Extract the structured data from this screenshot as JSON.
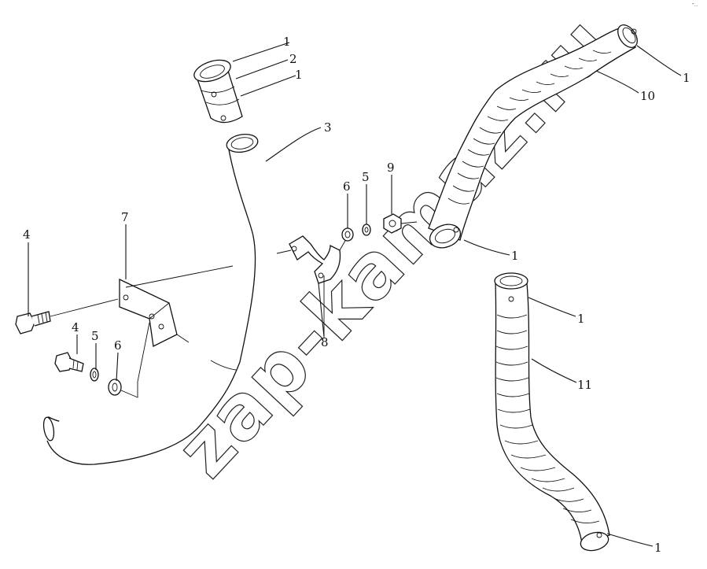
{
  "watermark": "zap-kamaz.ru",
  "corner_mark": "”…",
  "callouts": {
    "c1_top": "1",
    "c2_top": "2",
    "c1_top_b": "1",
    "c3": "3",
    "c4_left": "4",
    "c4_lower": "4",
    "c5_lower": "5",
    "c6_lower": "6",
    "c7": "7",
    "c6_mid": "6",
    "c5_mid": "5",
    "c9": "9",
    "c8": "8",
    "c1_right_top": "1",
    "c10": "10",
    "c1_mid": "1",
    "c1_right_mid": "1",
    "c11": "11",
    "c1_bottom": "1"
  }
}
